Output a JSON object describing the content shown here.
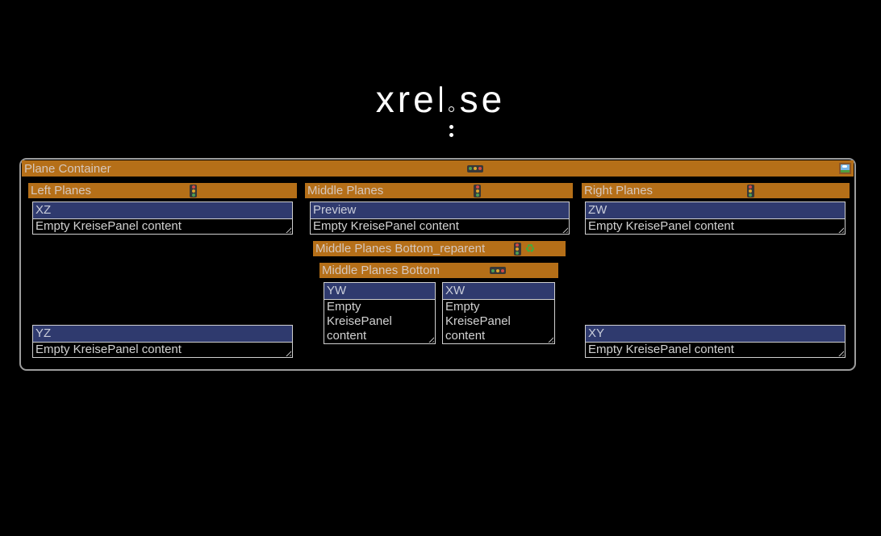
{
  "logo": {
    "part1": "xre",
    "part2": "se",
    "reading": "xrei:se"
  },
  "window": {
    "title": "Plane Container"
  },
  "sections": {
    "left": {
      "label": "Left Planes"
    },
    "middle": {
      "label": "Middle Planes"
    },
    "right": {
      "label": "Right Planes"
    },
    "reparent": {
      "label": "Middle Planes Bottom_reparent"
    },
    "middle_bottom": {
      "label": "Middle Planes Bottom"
    }
  },
  "panels": {
    "xz": {
      "title": "XZ",
      "content": "Empty KreisePanel content"
    },
    "preview": {
      "title": "Preview",
      "content": "Empty KreisePanel content"
    },
    "zw": {
      "title": "ZW",
      "content": "Empty KreisePanel content"
    },
    "yw": {
      "title": "YW",
      "content": "Empty KreisePanel content"
    },
    "xw": {
      "title": "XW",
      "content": "Empty KreisePanel content"
    },
    "yz": {
      "title": "YZ",
      "content": "Empty KreisePanel content"
    },
    "xy": {
      "title": "XY",
      "content": "Empty KreisePanel content"
    }
  },
  "icons": {
    "traffic_light_horizontal": {
      "glyph": "green-yellow-red dots"
    },
    "traffic_light_vertical": {
      "glyph": "red-yellow-green dots"
    },
    "image": {
      "glyph": "landscape picture"
    },
    "recycle": {
      "glyph": "♻"
    }
  },
  "colors": {
    "titlebar_orange": "#b56f18",
    "panel_header_blue": "#2f3a6e",
    "background": "#000000",
    "window_border": "#9c9c9c",
    "panel_border": "#d0d0d0",
    "bar_text": "#d6c8be",
    "content_text": "#d2d2d2"
  }
}
